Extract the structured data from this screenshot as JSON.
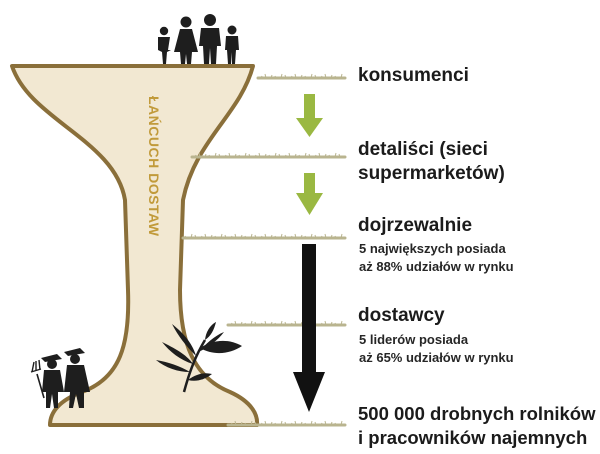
{
  "chain_label": "ŁAŃCUCH DOSTAW",
  "levels": [
    {
      "title_lines": [
        "konsumenci"
      ],
      "detail_lines": []
    },
    {
      "title_lines": [
        "detaliści (sieci",
        "supermarketów)"
      ],
      "detail_lines": []
    },
    {
      "title_lines": [
        "dojrzewalnie"
      ],
      "detail_lines": [
        "5 największych posiada",
        "aż 88% udziałów w rynku"
      ]
    },
    {
      "title_lines": [
        "dostawcy"
      ],
      "detail_lines": [
        "5 liderów posiada",
        "aż 65% udziałów w rynku"
      ]
    },
    {
      "title_lines": [
        "500 000 drobnych rolników",
        "i pracowników najemnych"
      ],
      "detail_lines": []
    }
  ],
  "colors": {
    "funnel_fill": "#f2e8d2",
    "funnel_stroke": "#8a6f3a",
    "chain_label": "#c19a3a",
    "green_arrow": "#9ab842",
    "black_arrow": "#111111",
    "grass": "#b9b48f"
  },
  "icons": [
    "family-icon",
    "farmers-icon",
    "plant-icon"
  ]
}
